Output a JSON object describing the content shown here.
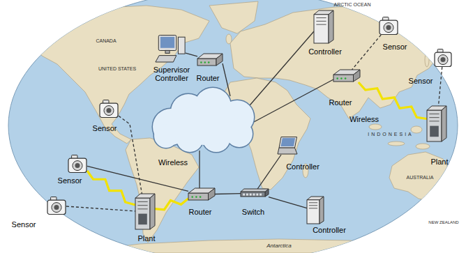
{
  "diagram": {
    "nodes": [
      {
        "text": [
          "Sensor"
        ]
      },
      {
        "text": [
          "Controller"
        ]
      },
      {
        "text": [
          "Supervisor Controller"
        ]
      },
      {
        "text": [
          "Sensor"
        ]
      },
      {
        "text": [
          "Router"
        ]
      },
      {
        "text": [
          "Router"
        ]
      },
      {
        "text": [
          "Sensor"
        ]
      },
      {
        "text": [
          "Plant"
        ]
      },
      {
        "text": [
          "Controller"
        ]
      },
      {
        "text": [
          "Sensor"
        ]
      },
      {
        "text": [
          "Router"
        ]
      },
      {
        "text": [
          "Switch"
        ]
      },
      {
        "text": [
          "Sensor"
        ]
      },
      {
        "text": [
          "Plant"
        ]
      },
      {
        "text": [
          "Controller"
        ]
      }
    ],
    "edges": [
      {
        "from": 2,
        "to": 4,
        "arrow": "none"
      },
      {
        "from": 0,
        "to": 5,
        "arrow": "none"
      },
      {
        "from": 3,
        "to": 7,
        "arrow": "none"
      },
      {
        "from": 5,
        "to": 7,
        "arrow": "none"
      },
      {
        "from": 6,
        "to": 13,
        "arrow": "none"
      },
      {
        "from": 9,
        "to": 13,
        "arrow": "none"
      },
      {
        "from": 12,
        "to": 13,
        "arrow": "none"
      },
      {
        "from": 9,
        "to": 10,
        "arrow": "none"
      },
      {
        "from": 13,
        "to": 10,
        "arrow": "none"
      },
      {
        "from": 10,
        "to": 11,
        "arrow": "none"
      },
      {
        "from": 11,
        "to": 8,
        "arrow": "none"
      },
      {
        "from": 11,
        "to": 14,
        "arrow": "none"
      }
    ],
    "labels": [
      "ARCTIC OCEAN",
      "CANADA",
      "UNITED STATES",
      "Wireless",
      "INDONESIA",
      "Wireless",
      "AUSTRALIA",
      "NEW ZEALAND",
      "Antarctica"
    ]
  }
}
